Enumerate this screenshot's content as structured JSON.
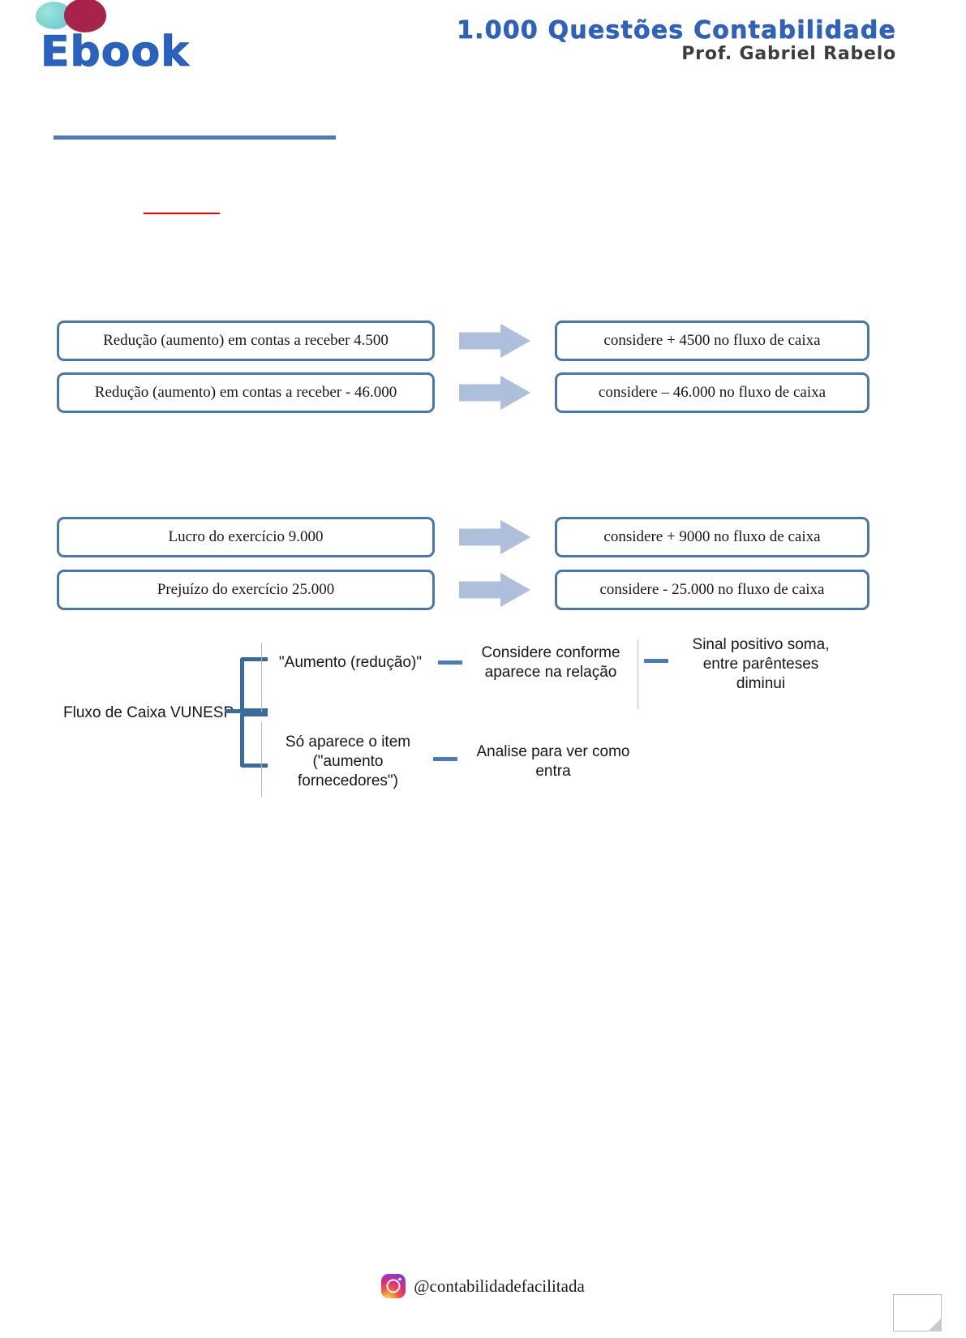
{
  "header": {
    "logo_text": "Ebook",
    "title": "1.000 Questões Contabilidade",
    "subtitle": "Prof. Gabriel Rabelo",
    "logo_blob_teal_color": "#7fd6d2",
    "logo_blob_red_color": "#a8234a",
    "title_color": "#2f62bd",
    "subtitle_color": "#3d3d3d"
  },
  "rules": {
    "blue_color": "#4a7ab8",
    "red_color": "#f00000"
  },
  "flow": {
    "arrow_color": "#adbfda",
    "box_border_color": "#4a77ab",
    "group1": [
      {
        "left": "Redução (aumento) em contas a receber 4.500",
        "right": "considere + 4500 no fluxo de caixa"
      },
      {
        "left": "Redução (aumento) em contas a receber  - 46.000",
        "right": "considere – 46.000 no fluxo de caixa"
      }
    ],
    "group2": [
      {
        "left": "Lucro do exercício  9.000",
        "right": "considere + 9000 no fluxo de caixa"
      },
      {
        "left": "Prejuízo do exercício  25.000",
        "right": "considere  - 25.000  no fluxo de caixa"
      }
    ]
  },
  "tree": {
    "root": "Fluxo de Caixa VUNESP",
    "bracket_color": "#3a6b9e",
    "dash_color": "#4a7ab8",
    "branches": [
      {
        "node1": "\"Aumento (redução)\"",
        "node2": "Considere conforme aparece na relação",
        "node3": "Sinal positivo soma, entre parênteses diminui"
      },
      {
        "node1": "Só aparece  o item (\"aumento fornecedores\")",
        "node2": "Analise para ver como entra"
      }
    ]
  },
  "footer": {
    "instagram_handle": "@contabilidadefacilitada"
  }
}
